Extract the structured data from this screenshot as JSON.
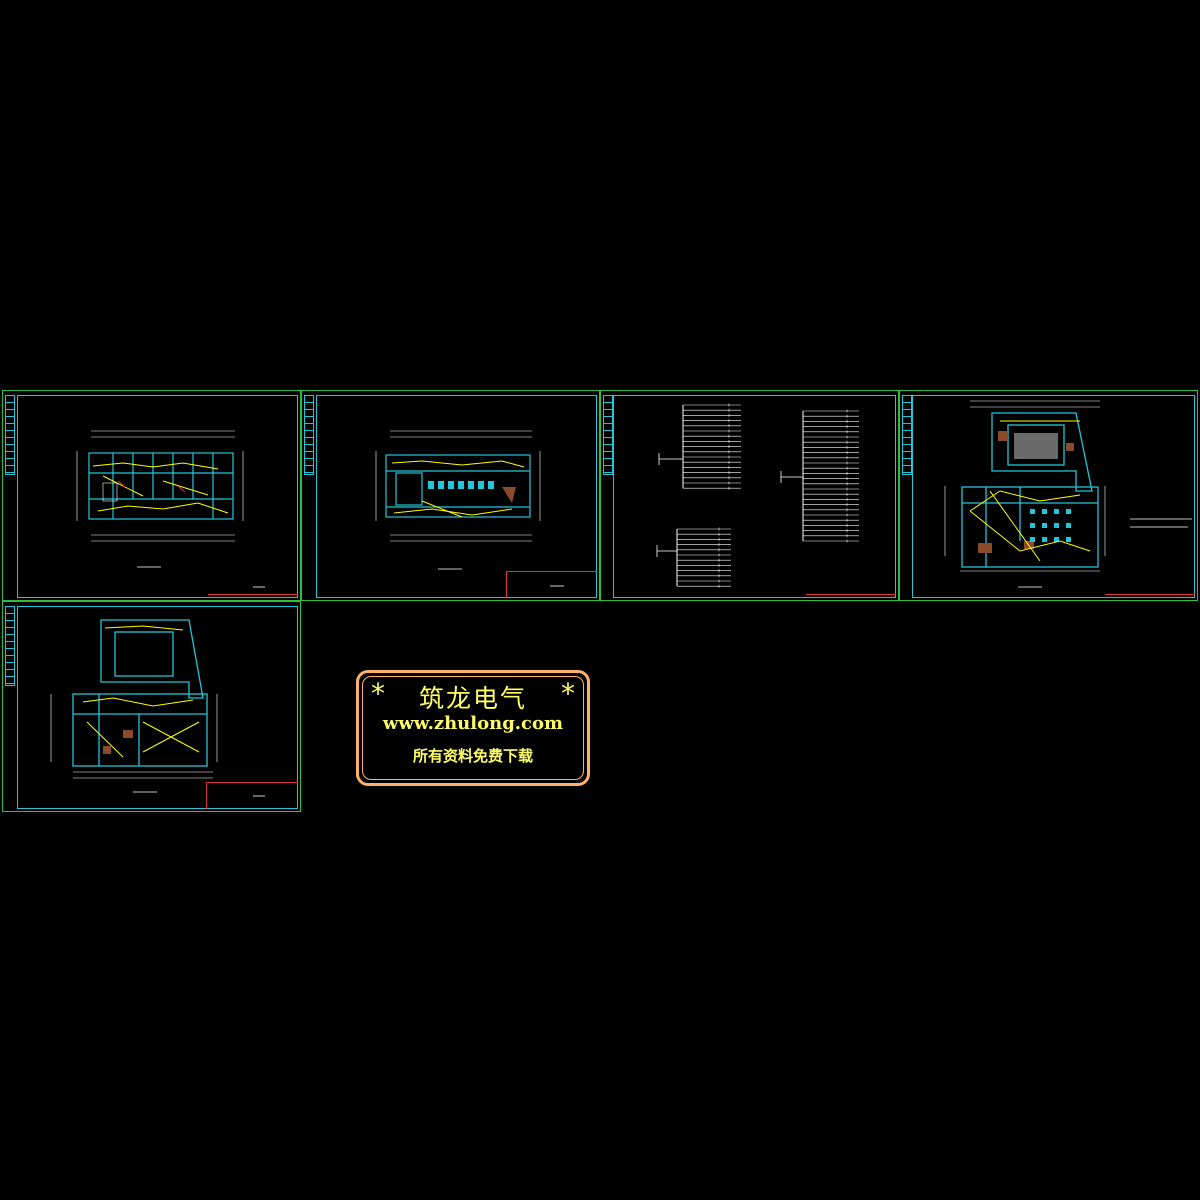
{
  "stamp": {
    "star_left": "*",
    "star_right": "*",
    "brand": "筑龙电气",
    "url": "www.zhulong.com",
    "note": "所有资料免费下载"
  },
  "colors": {
    "background": "#000000",
    "sheet_border": "#2fbf3a",
    "inner_border": "#21c6d8",
    "title_block": "#e0303a",
    "wiring": "#ffff00",
    "stamp_text": "#ffff66",
    "stamp_border": "#ffb06a"
  },
  "sheets": [
    {
      "name": "sheet-plan-1",
      "kind": "floor-plan"
    },
    {
      "name": "sheet-plan-2",
      "kind": "floor-plan"
    },
    {
      "name": "sheet-system",
      "kind": "distribution-diagram"
    },
    {
      "name": "sheet-plan-3",
      "kind": "floor-plan"
    },
    {
      "name": "sheet-plan-4",
      "kind": "floor-plan"
    }
  ]
}
